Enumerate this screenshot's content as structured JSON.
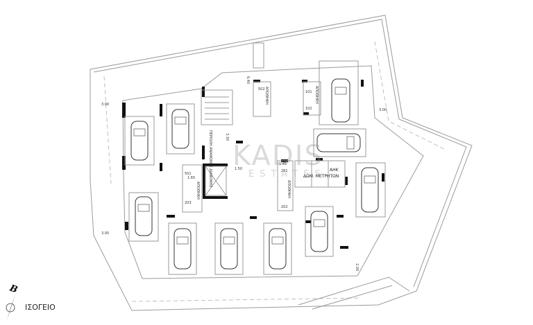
{
  "plan": {
    "title": "ΙΣΟΓΕΙΟ",
    "north_label": "Β",
    "watermark": "KADIS",
    "watermark_sub": "ESTATES",
    "rooms": {
      "meters_room": "ΔΩΜ. ΜΕΤΡΗΤΩΝ",
      "ahk": "ΑΗΚ",
      "waiting_area": "ΠΕΡΙΟΧΗ ΑΝΑΜΟΝΗΣ ΔΙΑΝΟΜΗΣ",
      "storage_a": "ΑΠΟΘΗΚΗ",
      "storage_b": "ΑΠΟΘΗΚΗ",
      "storage_c": "ΑΠΟΘΗΚΗ",
      "storage_d": "ΑΠΟΘΗΚΗ"
    },
    "storage_numbers": [
      "502",
      "101",
      "102",
      "201",
      "202",
      "501",
      "203"
    ],
    "dimensions": [
      "3.00",
      "1.50",
      "1.65",
      "3.30",
      "6.40",
      "1.45",
      "2.00",
      "3.00",
      "3.00"
    ]
  }
}
